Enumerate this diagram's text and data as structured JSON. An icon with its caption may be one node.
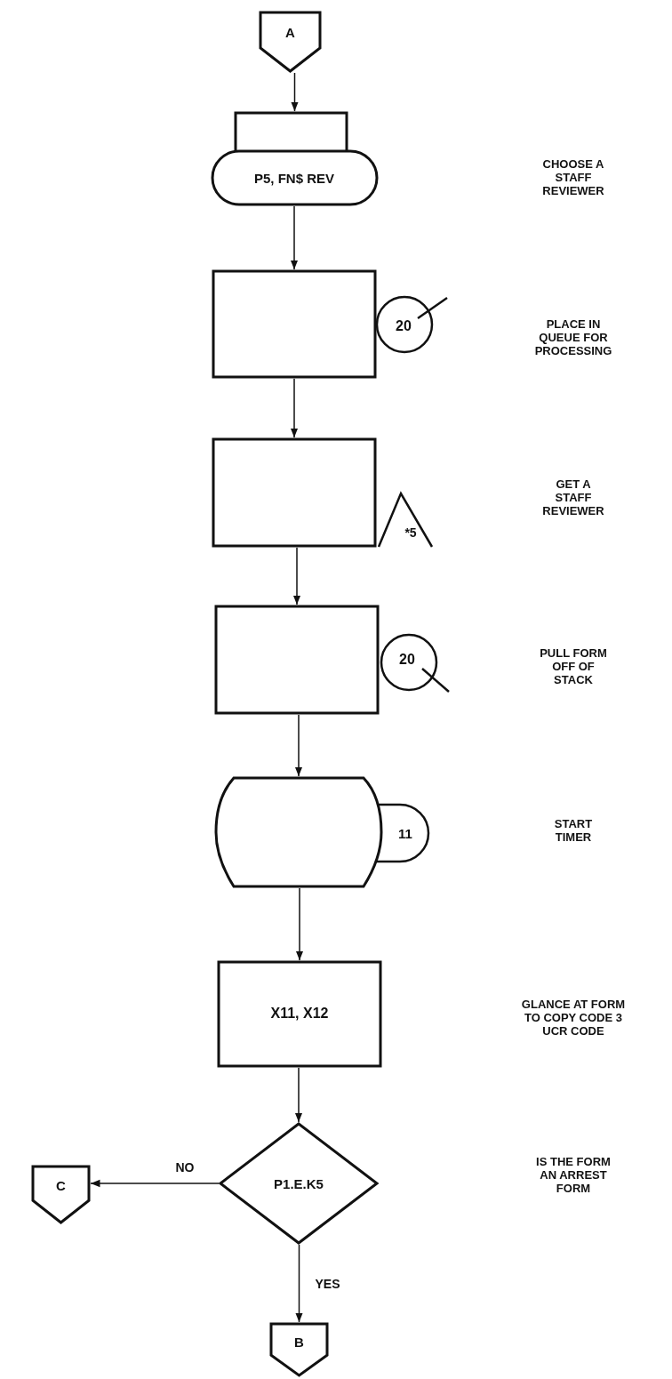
{
  "diagram": {
    "nodes": [
      {
        "text": [
          "A"
        ]
      },
      {
        "text": [
          "P5, FN$ REV"
        ]
      },
      {
        "text": [],
        "shape": "box"
      },
      {
        "text": [
          "20"
        ]
      },
      {
        "text": [],
        "shape": "box"
      },
      {
        "text": [
          "*5"
        ]
      },
      {
        "text": [],
        "shape": "box"
      },
      {
        "text": [
          "20"
        ]
      },
      {
        "text": [],
        "shape": "display"
      },
      {
        "text": [
          "11"
        ]
      },
      {
        "text": [
          "X11, X12"
        ]
      },
      {
        "text": [
          "P1.E.K5"
        ]
      },
      {
        "text": [
          "C"
        ]
      },
      {
        "text": [
          "B"
        ]
      }
    ],
    "edges": [
      {
        "from": 0,
        "to": 1,
        "arrow": "to"
      },
      {
        "from": 1,
        "to": 2,
        "arrow": "to"
      },
      {
        "from": 2,
        "to": 4,
        "arrow": "to"
      },
      {
        "from": 4,
        "to": 6,
        "arrow": "to"
      },
      {
        "from": 6,
        "to": 8,
        "arrow": "to"
      },
      {
        "from": 8,
        "to": 10,
        "arrow": "to"
      },
      {
        "from": 10,
        "to": 11,
        "arrow": "to"
      },
      {
        "from": 11,
        "to": 12,
        "label": "NO",
        "arrow": "to"
      },
      {
        "from": 11,
        "to": 13,
        "label": "YES",
        "arrow": "to"
      }
    ],
    "labels": [
      "CHOOSE A STAFF REVIEWER",
      "PLACE IN QUEUE FOR PROCESSING",
      "GET A STAFF REVIEWER",
      "PULL FORM OFF OF STACK",
      "START TIMER",
      "GLANCE AT FORM TO COPY CODE 3 UCR CODE",
      "IS THE FORM AN ARREST FORM"
    ]
  }
}
